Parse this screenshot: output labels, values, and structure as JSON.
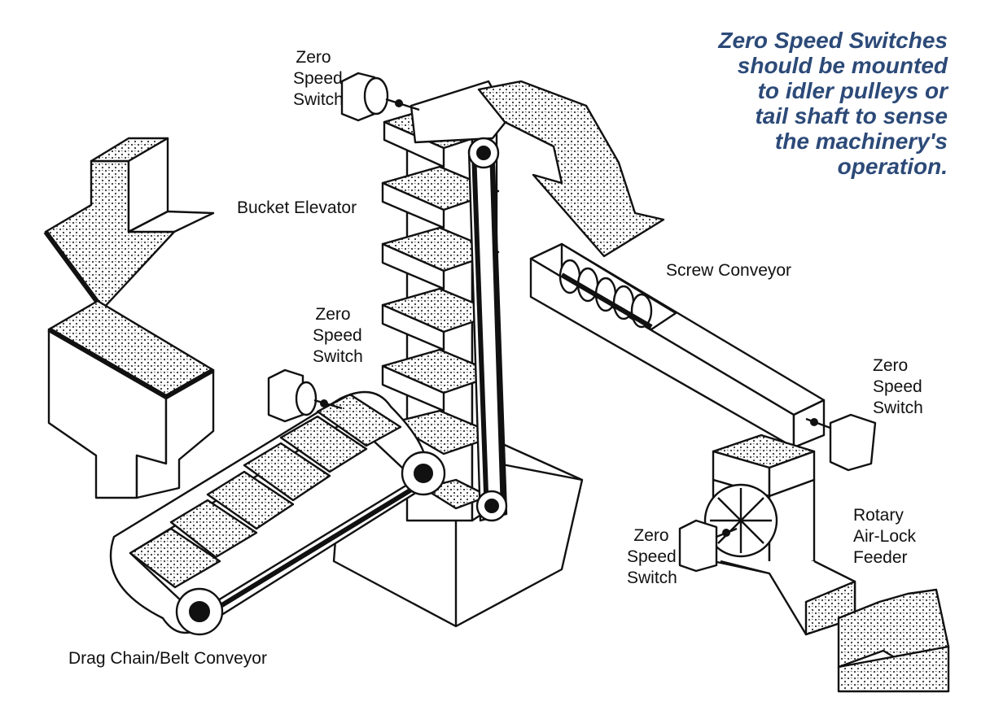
{
  "note": {
    "lines": [
      "Zero Speed Switches",
      "should be mounted",
      "to idler pulleys or",
      "tail shaft to sense",
      "the machinery's",
      "operation."
    ],
    "color": "#2c4a78"
  },
  "labels": {
    "switch_top": [
      "Zero",
      "Speed",
      "Switch"
    ],
    "switch_mid": [
      "Zero",
      "Speed",
      "Switch"
    ],
    "switch_right": [
      "Zero",
      "Speed",
      "Switch"
    ],
    "switch_bottom": [
      "Zero",
      "Speed",
      "Switch"
    ],
    "bucket_elevator": "Bucket Elevator",
    "screw_conveyor": "Screw Conveyor",
    "rotary_feeder": [
      "Rotary",
      "Air-Lock",
      "Feeder"
    ],
    "drag_conveyor": "Drag Chain/Belt Conveyor"
  }
}
